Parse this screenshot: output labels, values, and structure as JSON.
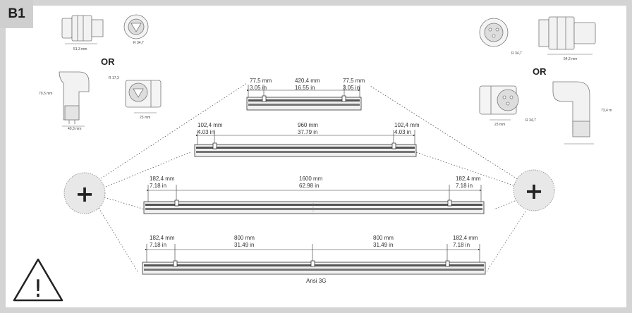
{
  "badge": "B1",
  "or_label": "OR",
  "connectors": {
    "left_straight_width": "51,3 mm",
    "left_straight_radius": "R 34,7",
    "left_angle_height": "70,5 mm",
    "left_angle_width": "40,3 mm",
    "left_angle_radius": "R 17,3",
    "left_angle_face": "23 mm",
    "right_straight_radius": "R 34,7",
    "right_straight_width": "54,2 mm",
    "right_angle_face": "23 mm",
    "right_angle_radius": "R 34,7",
    "right_angle_height": "73,4 m"
  },
  "fixtures": [
    {
      "name": "fixture-1",
      "segments": [
        {
          "mm": "77,5 mm",
          "in": "3.05 in"
        },
        {
          "mm": "420,4 mm",
          "in": "16.55 in"
        },
        {
          "mm": "77,5 mm",
          "in": "3.05 in"
        }
      ]
    },
    {
      "name": "fixture-2",
      "segments": [
        {
          "mm": "102,4 mm",
          "in": "4.03 in"
        },
        {
          "mm": "960 mm",
          "in": "37.79 in"
        },
        {
          "mm": "102,4 mm",
          "in": "4.03 in"
        }
      ]
    },
    {
      "name": "fixture-3",
      "segments": [
        {
          "mm": "182,4 mm",
          "in": "7.18 in"
        },
        {
          "mm": "1600 mm",
          "in": "62.98 in"
        },
        {
          "mm": "182,4 mm",
          "in": "7.18 in"
        }
      ]
    },
    {
      "name": "fixture-4",
      "segments": [
        {
          "mm": "182,4 mm",
          "in": "7.18 in"
        },
        {
          "mm": "800 mm",
          "in": "31.49 in"
        },
        {
          "mm": "800 mm",
          "in": "31.49 in"
        },
        {
          "mm": "182,4 mm",
          "in": "7.18 in"
        }
      ]
    }
  ],
  "bottom_label": "Ansi 3G",
  "icons": {
    "plus_left": "plus-icon",
    "plus_right": "plus-icon",
    "warning": "warning-icon"
  },
  "warning_glyph": "!",
  "plus_glyph": "+"
}
